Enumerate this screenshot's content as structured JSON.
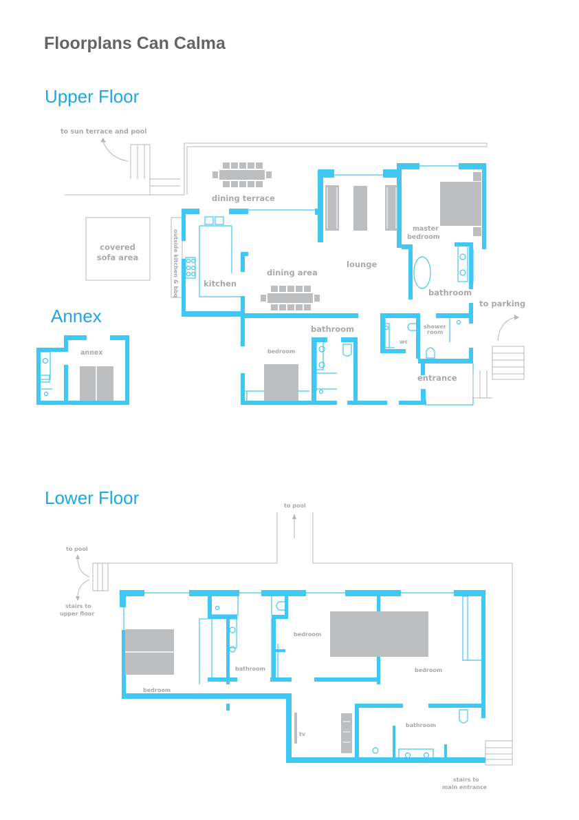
{
  "title": "Floorplans Can Calma",
  "colors": {
    "wall": "#40c8f4",
    "heading": "#1ba8e6",
    "title": "#636466",
    "label": "#a7a9ac",
    "furniture": "#bcbec0"
  },
  "upper_floor": {
    "heading": "Upper Floor",
    "labels": {
      "sun_terrace": "to sun terrace and pool",
      "dining_terrace": "dining terrace",
      "covered_sofa_1": "covered",
      "covered_sofa_2": "sofa area",
      "outside_kitchen": "outside kitchen & bbq",
      "kitchen": "kitchen",
      "dining_area": "dining area",
      "lounge": "lounge",
      "master_bedroom_1": "master",
      "master_bedroom_2": "bedroom",
      "bathroom_master": "bathroom",
      "to_parking": "to parking",
      "bathroom": "bathroom",
      "bedroom": "bedroom",
      "wc": "wc",
      "shower_room_1": "shower",
      "shower_room_2": "room",
      "entrance": "entrance"
    }
  },
  "annex": {
    "heading": "Annex",
    "labels": {
      "annex": "annex"
    }
  },
  "lower_floor": {
    "heading": "Lower Floor",
    "labels": {
      "to_pool_top": "to pool",
      "to_pool_left": "to pool",
      "stairs_upper_1": "stairs to",
      "stairs_upper_2": "upper floor",
      "bedroom_left": "bedroom",
      "bathroom_left": "bathroom",
      "bedroom_middle": "bedroom",
      "bedroom_right": "bedroom",
      "tv": "tv",
      "bathroom_right": "bathroom",
      "stairs_main_1": "stairs to",
      "stairs_main_2": "main entrance"
    }
  }
}
